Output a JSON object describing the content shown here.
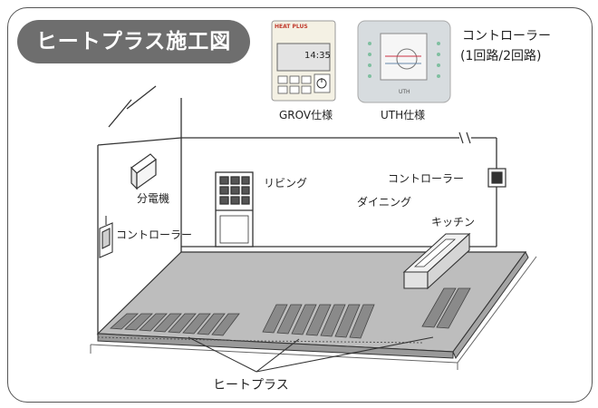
{
  "title": "ヒートプラス施工図",
  "controllers": {
    "heading": "コントローラー",
    "subheading": "(1回路/2回路)",
    "grov": {
      "caption": "GROV仕様",
      "brand": "HEAT PLUS",
      "time": "14:35"
    },
    "uth": {
      "caption": "UTH仕様",
      "brand": "UTH"
    }
  },
  "labels": {
    "distribution_board": "分電機",
    "controller_left": "コントローラー",
    "controller_right": "コントローラー",
    "living": "リビング",
    "dining": "ダイニング",
    "kitchen": "キッチン",
    "heat_plus": "ヒートプラス"
  },
  "colors": {
    "pill": "#6e6e6e",
    "floor": "#bdbdbd",
    "panel": "#8a8a8a",
    "line": "#333333"
  }
}
